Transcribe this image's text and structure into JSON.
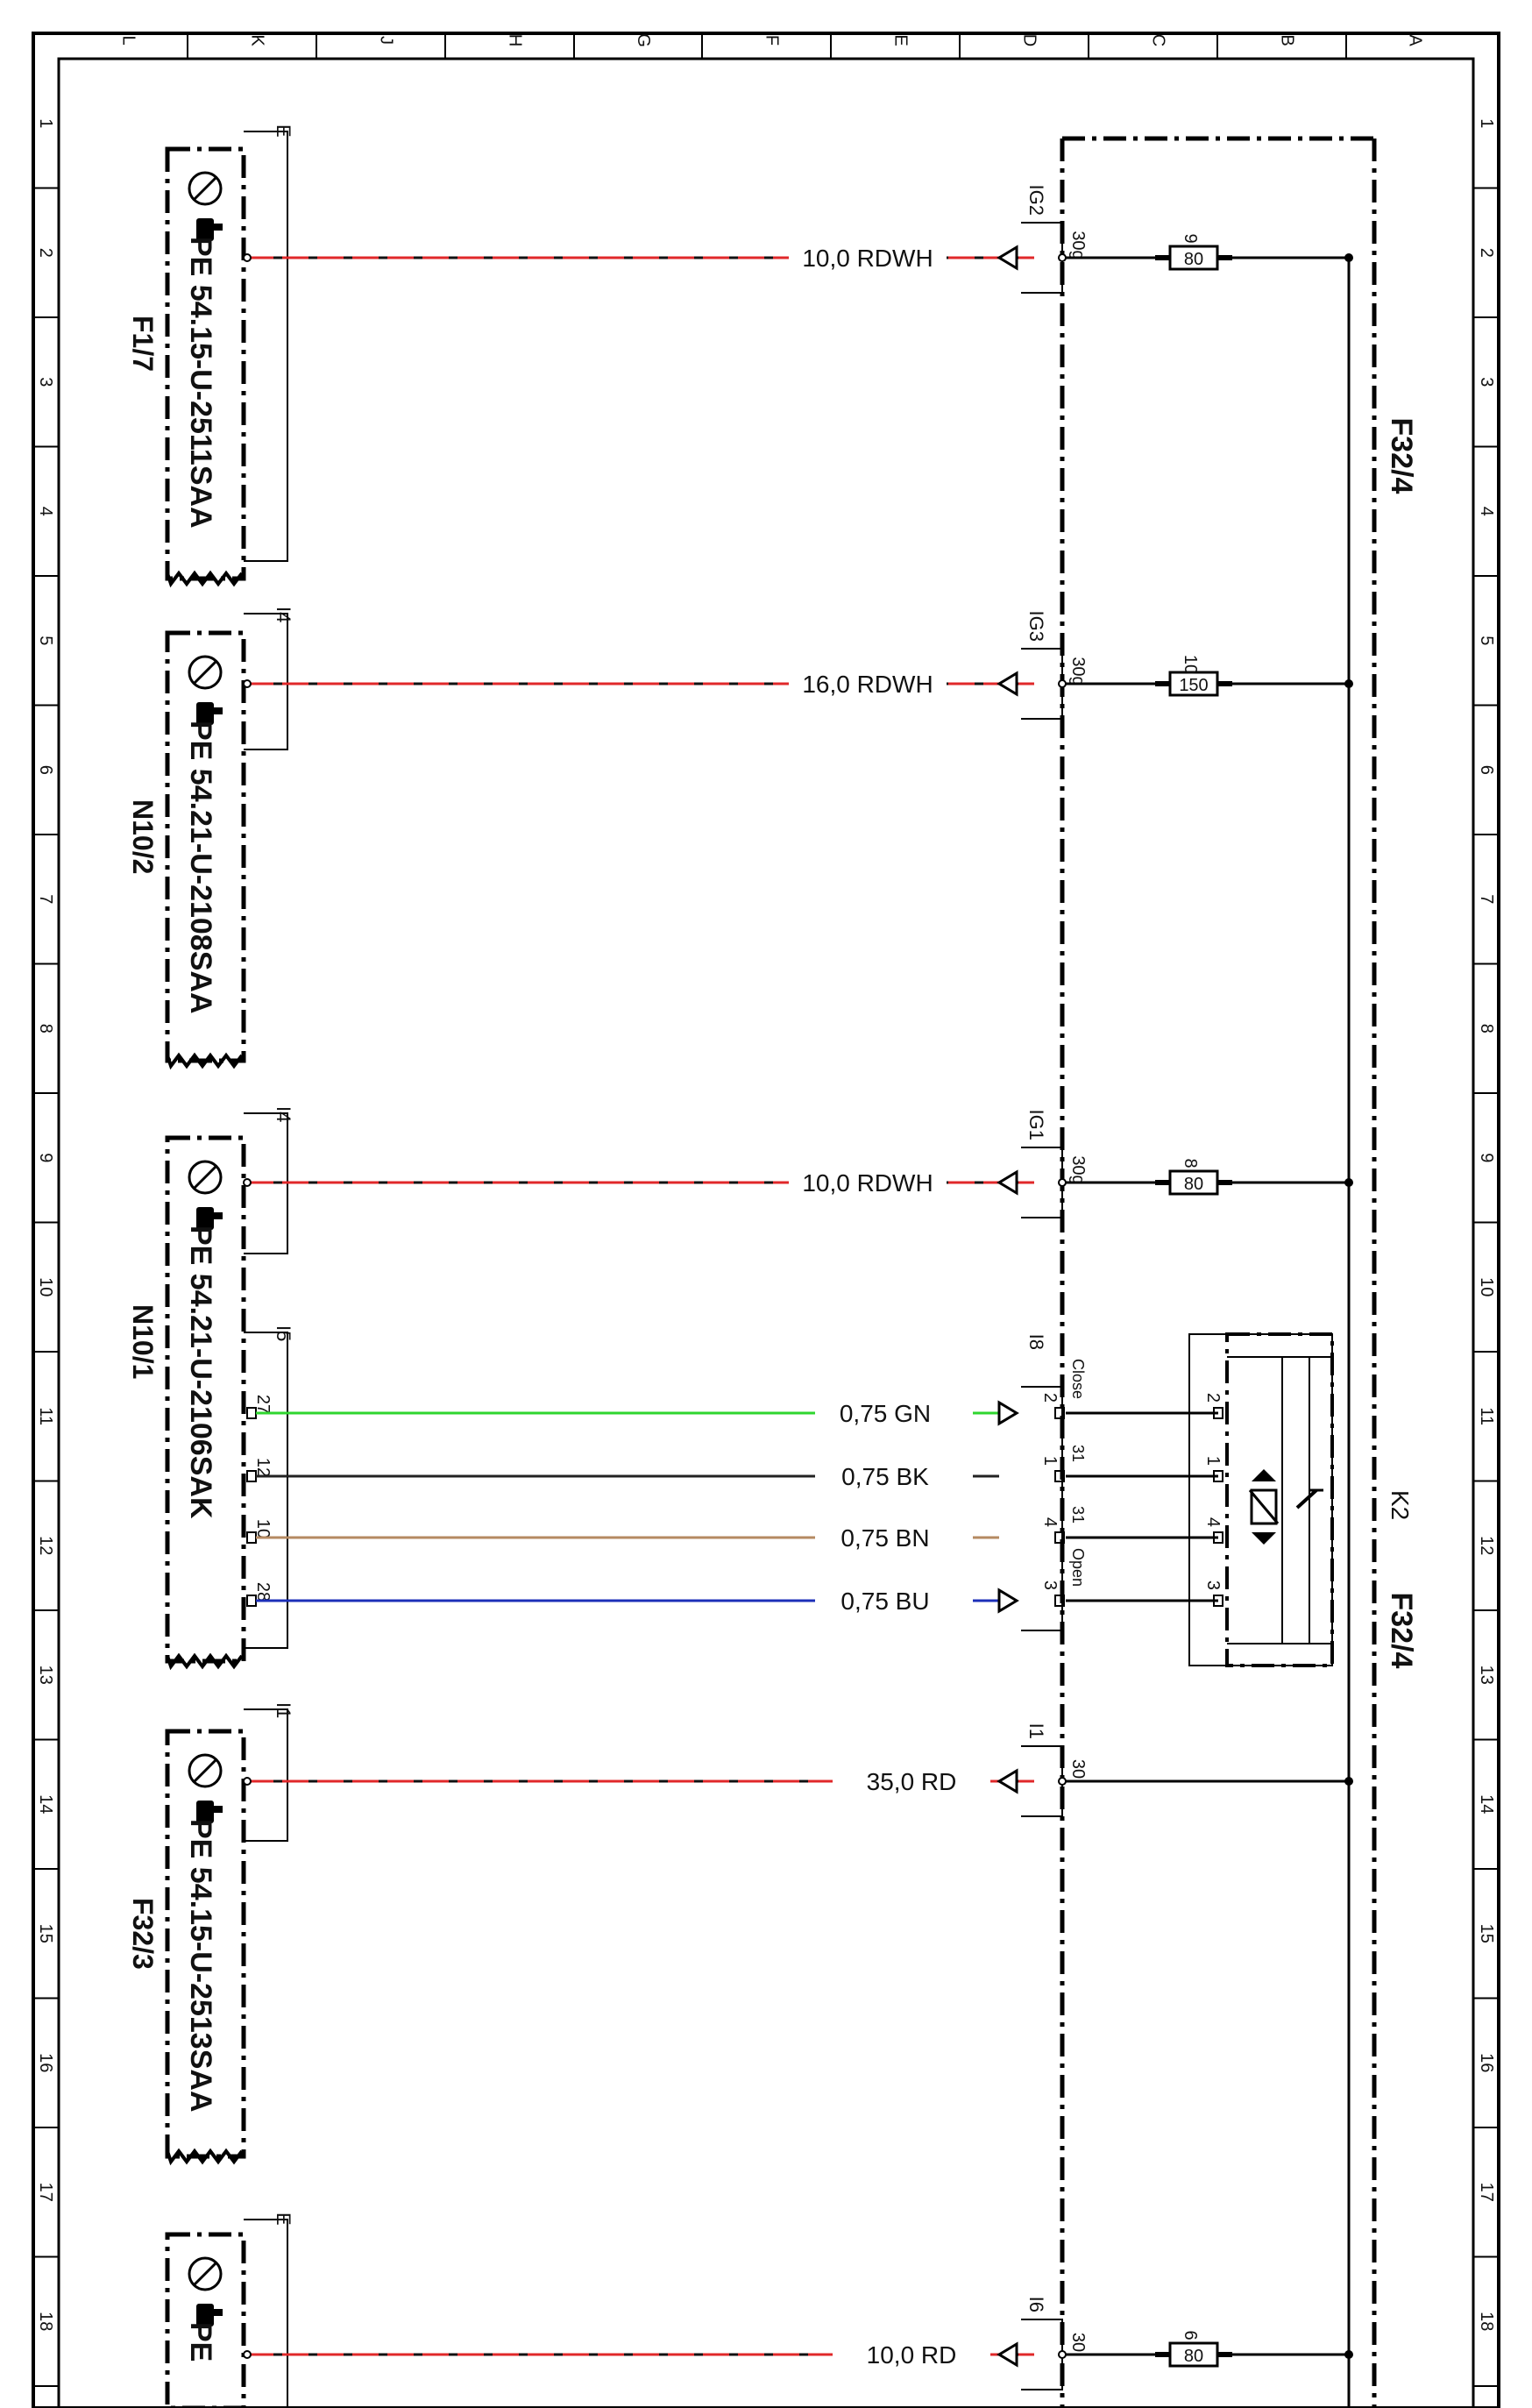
{
  "frame": {
    "column_labels": [
      "L",
      "K",
      "J",
      "H",
      "G",
      "F",
      "E",
      "D",
      "C",
      "B",
      "A"
    ],
    "row_labels": [
      "1",
      "2",
      "3",
      "4",
      "5",
      "6",
      "7",
      "8",
      "9",
      "10",
      "11",
      "12",
      "13",
      "14",
      "15",
      "16",
      "17",
      "18"
    ]
  },
  "bus_labels": {
    "top": "F32/4",
    "bottom": "F32/4"
  },
  "relay": {
    "id": "K2",
    "pins": [
      "2",
      "1",
      "4",
      "3"
    ]
  },
  "circuits": [
    {
      "terminal": "IG2",
      "pin": "30g",
      "fuse_no": "9",
      "fuse_rating": "80",
      "wire": "10,0 RDWH",
      "color": "#e0282a",
      "connector": "E",
      "module_code": "PE 54.15-U-2511SAA",
      "module_ref": "F1/7"
    },
    {
      "terminal": "IG3",
      "pin": "30g",
      "fuse_no": "10",
      "fuse_rating": "150",
      "wire": "16,0 RDWH",
      "color": "#e0282a",
      "connector": "I4",
      "module_code": "PE 54.21-U-2108SAA",
      "module_ref": "N10/2"
    },
    {
      "terminal": "IG1",
      "pin": "30g",
      "fuse_no": "8",
      "fuse_rating": "80",
      "wire": "10,0 RDWH",
      "color": "#e0282a",
      "connector": "I4",
      "module_code": "PE 54.21-U-2106SAK",
      "module_ref": "N10/1"
    },
    {
      "terminal": "I1",
      "pin": "30",
      "fuse_no": "",
      "fuse_rating": "",
      "wire": "35,0 RD",
      "color": "#e0282a",
      "connector": "I1",
      "module_code": "PE 54.15-U-2513SAA",
      "module_ref": "F32/3"
    },
    {
      "terminal": "I6",
      "pin": "30",
      "fuse_no": "6",
      "fuse_rating": "80",
      "wire": "10,0 RD",
      "color": "#e0282a",
      "connector": "E",
      "module_code": "PE",
      "module_ref": ""
    }
  ],
  "relay_group": {
    "terminal": "I8",
    "connector": "I5",
    "wires": [
      {
        "left_pin": "27",
        "mid_pin": "2",
        "func": "Close",
        "relay_pin": "2",
        "wire": "0,75 GN",
        "color": "#2fd62f"
      },
      {
        "left_pin": "12",
        "mid_pin": "1",
        "func": "31",
        "relay_pin": "1",
        "wire": "0,75 BK",
        "color": "#222222"
      },
      {
        "left_pin": "10",
        "mid_pin": "4",
        "func": "31",
        "relay_pin": "4",
        "wire": "0,75 BN",
        "color": "#b58a62"
      },
      {
        "left_pin": "28",
        "mid_pin": "3",
        "func": "Open",
        "relay_pin": "3",
        "wire": "0,75 BU",
        "color": "#1c2fb8"
      }
    ]
  }
}
